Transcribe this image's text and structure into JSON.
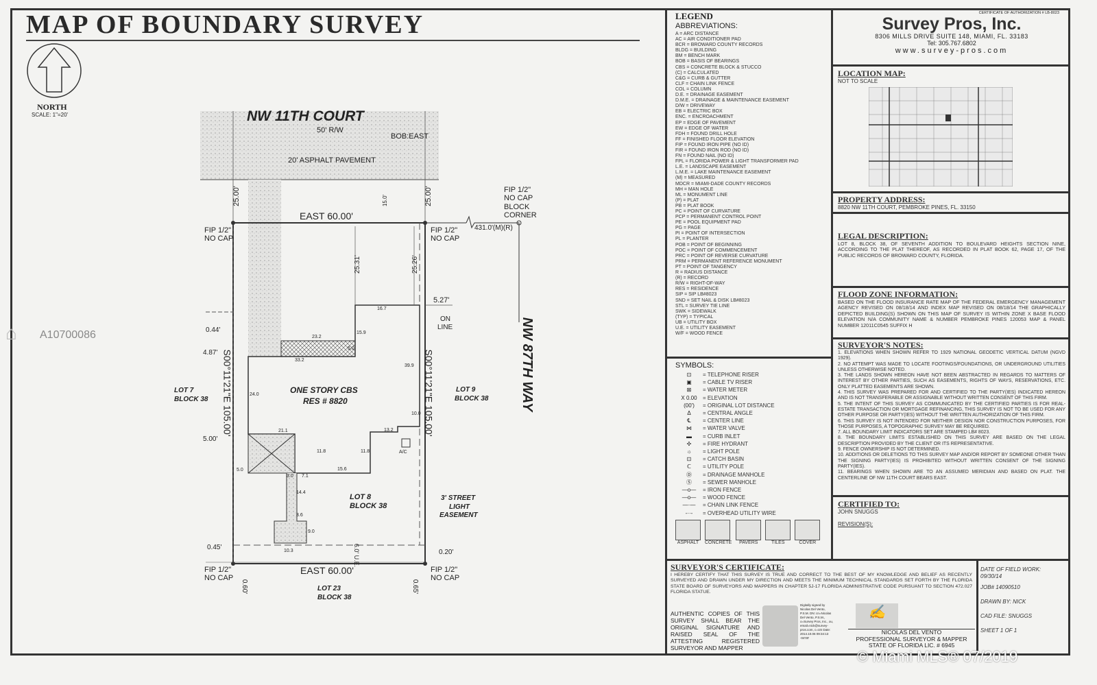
{
  "title": "MAP OF BOUNDARY SURVEY",
  "north": {
    "label": "NORTH",
    "scale": "SCALE: 1\"=20'"
  },
  "watermark": {
    "id": "A10700086",
    "copyright": "© Miami MLS® 07/2019"
  },
  "map": {
    "street_top": "NW 11TH COURT",
    "rw": "50' R/W",
    "bob": "BOB:EAST",
    "pavement": "20' ASPHALT PAVEMENT",
    "street_right": "NW 87TH WAY",
    "left_25": "25.00'",
    "right_25": "25.00'",
    "center_15": "15.0'",
    "top_dim": "EAST 60.00'",
    "bottom_dim": "EAST 60.00'",
    "fip_tl": "FIP 1/2\"",
    "nocap_tl": "NO CAP",
    "fip_tr": "FIP 1/2\"",
    "nocap_tr": "NO CAP",
    "fip_bl": "FIP 1/2\"",
    "nocap_bl": "NO CAP",
    "fip_br": "FIP 1/2\"",
    "nocap_br": "NO CAP",
    "fip_corner": [
      "FIP 1/2\"",
      "NO CAP",
      "BLOCK",
      "CORNER"
    ],
    "tie": "431.0'(M)(R)",
    "d_2531": "25.31'",
    "d_2526": "25.26'",
    "d_527": "5.27'",
    "on_line": [
      "ON",
      "LINE"
    ],
    "d_044": "0.44'",
    "d_487": "4.87'",
    "d_500": "5.00'",
    "d_045": "0.45'",
    "d_020": "0.20'",
    "d_060l": "0.60'",
    "d_065": "0.65'",
    "bearing_left": "S00°11'21\"E 105.00'",
    "bearing_right": "S00°11'21\"E 105.00'",
    "lot7": [
      "LOT 7",
      "BLOCK 38"
    ],
    "lot9": [
      "LOT 9",
      "BLOCK 38"
    ],
    "lot8": [
      "LOT 8",
      "BLOCK 38"
    ],
    "lot23": [
      "LOT 23",
      "BLOCK 38"
    ],
    "house": [
      "ONE STORY CBS",
      "RES # 8820"
    ],
    "easement": [
      "3' STREET",
      "LIGHT",
      "EASEMENT"
    ],
    "ue": "6.0' U.E.",
    "h_dims": {
      "a": "16.7",
      "b": "23.2",
      "c": "33.2",
      "d": "15.9",
      "e": "5.0",
      "f": "39.9",
      "g": "24.0",
      "h": "21.1",
      "i": "13.2",
      "j": "10.0",
      "k": "11.8",
      "l": "11.8",
      "m": "15.6",
      "n": "5.0",
      "o": "3.0",
      "p": "7.1",
      "q": "14.4",
      "r": "3.6",
      "s": "9.0",
      "t": "10.3"
    },
    "ac": "A/C"
  },
  "legend": {
    "title": "LEGEND",
    "abbr_title": "ABBREVIATIONS:",
    "abbreviations": [
      "A = ARC DISTANCE",
      "AC = AIR CONDITIONER PAD",
      "BCR = BROWARD COUNTY RECORDS",
      "BLDG = BUILDING",
      "BM = BENCH MARK",
      "BOB = BASIS OF BEARINGS",
      "CBS = CONCRETE BLOCK & STUCCO",
      "(C) = CALCULATED",
      "C&G = CURB & GUTTER",
      "CLF = CHAIN LINK FENCE",
      "COL = COLUMN",
      "D.E. = DRAINAGE EASEMENT",
      "D.M.E. = DRAINAGE & MAINTENANCE EASEMENT",
      "D/W = DRIVEWAY",
      "EB = ELECTRIC BOX",
      "ENC. = ENCROACHMENT",
      "EP = EDGE OF PAVEMENT",
      "EW = EDGE OF WATER",
      "FDH = FOUND DRILL HOLE",
      "FF = FINISHED FLOOR ELEVATION",
      "FIP = FOUND IRON PIPE (NO ID)",
      "FIR = FOUND IRON ROD (NO ID)",
      "FN = FOUND NAIL (NO ID)",
      "FPL = FLORIDA POWER & LIGHT TRANSFORMER PAD",
      "L.E. = LANDSCAPE EASEMENT",
      "L.M.E. = LAKE MAINTENANCE EASEMENT",
      "(M) = MEASURED",
      "MDCR = MIAMI-DADE COUNTY RECORDS",
      "MH = MAN HOLE",
      "ML = MONUMENT LINE",
      "(P) = PLAT",
      "PB = PLAT BOOK",
      "PC = POINT OF CURVATURE",
      "PCP = PERMANENT CONTROL POINT",
      "PE = POOL EQUIPMENT PAD",
      "PG = PAGE",
      "PI = POINT OF INTERSECTION",
      "PL = PLANTER",
      "POB = POINT OF BEGINNING",
      "POC = POINT OF COMMENCEMENT",
      "PRC = POINT OF REVERSE CURVATURE",
      "PRM = PERMANENT REFERENCE MONUMENT",
      "PT = POINT OF TANGENCY",
      "R = RADIUS DISTANCE",
      "(R) = RECORD",
      "R/W = RIGHT-OF-WAY",
      "RES = RESIDENCE",
      "SIP = SIP LB#8023",
      "SND = SET NAIL & DISK LB#8023",
      "STL = SURVEY TIE LINE",
      "SWK = SIDEWALK",
      "(TYP) = TYPICAL",
      "UB = UTILITY BOX",
      "U.E. = UTILITY EASEMENT",
      "W/F = WOOD FENCE"
    ],
    "symbols_title": "SYMBOLS:",
    "symbols": [
      {
        "sym": "⊡",
        "text": "= TELEPHONE RISER"
      },
      {
        "sym": "▣",
        "text": "= CABLE TV RISER"
      },
      {
        "sym": "⊠",
        "text": "= WATER METER"
      },
      {
        "sym": "X 0.00",
        "text": "= ELEVATION"
      },
      {
        "sym": "(00')",
        "text": "= ORIGINAL LOT DISTANCE"
      },
      {
        "sym": "Δ",
        "text": "= CENTRAL ANGLE"
      },
      {
        "sym": "℄",
        "text": "= CENTER LINE"
      },
      {
        "sym": "⋈",
        "text": "= WATER VALVE"
      },
      {
        "sym": "▬",
        "text": "= CURB INLET"
      },
      {
        "sym": "✣",
        "text": "= FIRE HYDRANT"
      },
      {
        "sym": "☼",
        "text": "= LIGHT POLE"
      },
      {
        "sym": "⊡",
        "text": "= CATCH BASIN"
      },
      {
        "sym": "ᑕ",
        "text": "= UTILITY POLE"
      },
      {
        "sym": "Ⓓ",
        "text": "= DRAINAGE MANHOLE"
      },
      {
        "sym": "Ⓢ",
        "text": "= SEWER MANHOLE"
      },
      {
        "sym": "—o—",
        "text": "= IRON FENCE"
      },
      {
        "sym": "—o—",
        "text": "= WOOD FENCE"
      },
      {
        "sym": "—·—",
        "text": "= CHAIN LINK FENCE"
      },
      {
        "sym": "-··-",
        "text": "= OVERHEAD UTILITY WIRE"
      }
    ],
    "patterns": [
      "ASPHALT",
      "CONCRETE",
      "PAVERS",
      "TILES",
      "COVER"
    ]
  },
  "company": {
    "cert": "CERTIFICATE OF AUTHORIZATION # LB-8023",
    "name": "Survey Pros, Inc.",
    "address": "8306 MILLS DRIVE SUITE 148, MIAMI, FL. 33183",
    "tel": "Tel: 305.767.6802",
    "web": "www.survey-pros.com"
  },
  "location": {
    "title": "LOCATION MAP:",
    "note": "NOT TO SCALE"
  },
  "property": {
    "title": "PROPERTY ADDRESS:",
    "text": "8820 NW 11TH COURT, PEMBROKE PINES, FL. 33150"
  },
  "legal": {
    "title": "LEGAL DESCRIPTION:",
    "text": "LOT 8, BLOCK 38, OF SEVENTH ADDITION TO BOULEVARD HEIGHTS SECTION NINE, ACCORDING TO THE PLAT THEREOF, AS RECORDED IN PLAT BOOK 62, PAGE 17, OF THE PUBLIC RECORDS OF BROWARD COUNTY, FLORIDA."
  },
  "flood": {
    "title": "FLOOD ZONE INFORMATION:",
    "text": "BASED ON THE FLOOD INSURANCE RATE MAP OF THE FEDERAL EMERGENCY MANAGEMENT AGENCY REVISED ON 08/18/14 AND INDEX MAP REVISED ON 08/18/14 THE GRAPHICALLY DEPICTED BUILDING(S) SHOWN ON THIS MAP OF SURVEY IS WITHIN ZONE X BASE FLOOD ELEVATION N/A COMMUNITY NAME & NUMBER PEMBROKE PINES 120053 MAP & PANEL NUMBER 12011C0545 SUFFIX H"
  },
  "notes": {
    "title": "SURVEYOR'S NOTES:",
    "items": [
      "1. ELEVATIONS WHEN SHOWN REFER TO 1929 NATIONAL GEODETIC VERTICAL DATUM (NGVD 1929).",
      "2. NO ATTEMPT WAS MADE TO LOCATE FOOTINGS/FOUNDATIONS, OR UNDERGROUND UTILITIES UNLESS OTHERWISE NOTED.",
      "3. THE LANDS SHOWN HEREON HAVE NOT BEEN ABSTRACTED IN REGARDS TO MATTERS OF INTEREST BY OTHER PARTIES, SUCH AS EASEMENTS, RIGHTS OF WAYS, RESERVATIONS, ETC. ONLY PLATTED EASEMENTS ARE SHOWN.",
      "4. THIS SURVEY WAS PREPARED FOR AND CERTIFIED TO THE PARTY(IES) INDICATED HEREON AND IS NOT TRANSFERABLE OR ASSIGNABLE WITHOUT WRITTEN CONSENT OF THIS FIRM.",
      "5. THE INTENT OF THIS SURVEY AS COMMUNICATED BY THE CERTIFIED PARTIES IS FOR REAL-ESTATE TRANSACTION OR MORTGAGE REFINANCING, THIS SURVEY IS NOT TO BE USED FOR ANY OTHER PURPOSE OR PARTY(IES) WITHOUT THE WRITTEN AUTHORIZATION OF THIS FIRM.",
      "6. THIS SURVEY IS NOT INTENDED FOR NEITHER DESIGN NOR CONSTRUCTION PURPOSES, FOR THOSE PURPOSES, A TOPOGRAPHIC SURVEY MAY BE REQUIRED.",
      "7. ALL BOUNDARY LIMIT INDICATORS SET ARE STAMPED LB# 8023.",
      "8. THE BOUNDARY LIMITS ESTABLISHED ON THIS SURVEY ARE BASED ON THE LEGAL DESCRIPTION PROVIDED BY THE CLIENT OR ITS REPRESENTATIVE.",
      "9. FENCE OWNERSHIP IS NOT DETERMINED.",
      "10. ADDITIONS OR DELETIONS TO THIS SURVEY MAP AND/OR REPORT BY SOMEONE OTHER THAN THE SIGNING PARTY(IES) IS PROHIBITED WITHOUT WRITTEN CONSENT OF THE SIGNING PARTY(IES).",
      "11. BEARINGS WHEN SHOWN ARE TO AN ASSUMED MERIDIAN AND BASED ON PLAT. THE CENTERLINE OF NW 11TH COURT BEARS EAST."
    ]
  },
  "certified": {
    "title": "CERTIFIED TO:",
    "name": "JOHN SNUGGS",
    "revisions": "REVISION(S):"
  },
  "certificate": {
    "title": "SURVEYOR'S CERTIFICATE:",
    "text": "I HEREBY CERTIFY THAT THIS SURVEY IS TRUE AND CORRECT TO THE BEST OF MY KNOWLEDGE AND BELIEF AS RECENTLY SURVEYED AND DRAWN UNDER MY DIRECTION AND MEETS THE MINIMUM TECHNICAL STANDARDS SET FORTH BY THE FLORIDA STATE BOARD OF SURVEYORS AND MAPPERS IN CHAPTER 5J-17 FLORIDA ADMINISTRATIVE CODE PURSUANT TO SECTION 472.027 FLORIDA STATUE.",
    "authentic": "AUTHENTIC COPIES OF THIS SURVEY SHALL BEAR THE ORIGINAL SIGNATURE AND RAISED SEAL OF THE ATTESTING REGISTERED SURVEYOR AND MAPPER",
    "seal_text": "Digitally signed by Nicolas Del Vento, P.S.M. DN: cn=Nicolas Del Vento, P.S.M., o=Survey Pros, Inc., ou, email=nick@survey-pros.com, c=US Date: 2014.10.06 09:34:13 -04'00'",
    "surveyor": "NICOLAS DEL VENTO",
    "role": "PROFESSIONAL SURVEYOR & MAPPER",
    "license": "STATE OF FLORIDA LIC. # 6945"
  },
  "job": {
    "field_work_label": "DATE OF FIELD WORK:",
    "field_work": "09/30/14",
    "job": "JOB# 14090510",
    "drawn": "DRAWN BY: NICK",
    "cad": "CAD FILE: SNUGGS",
    "sheet": "SHEET 1 OF 1"
  }
}
